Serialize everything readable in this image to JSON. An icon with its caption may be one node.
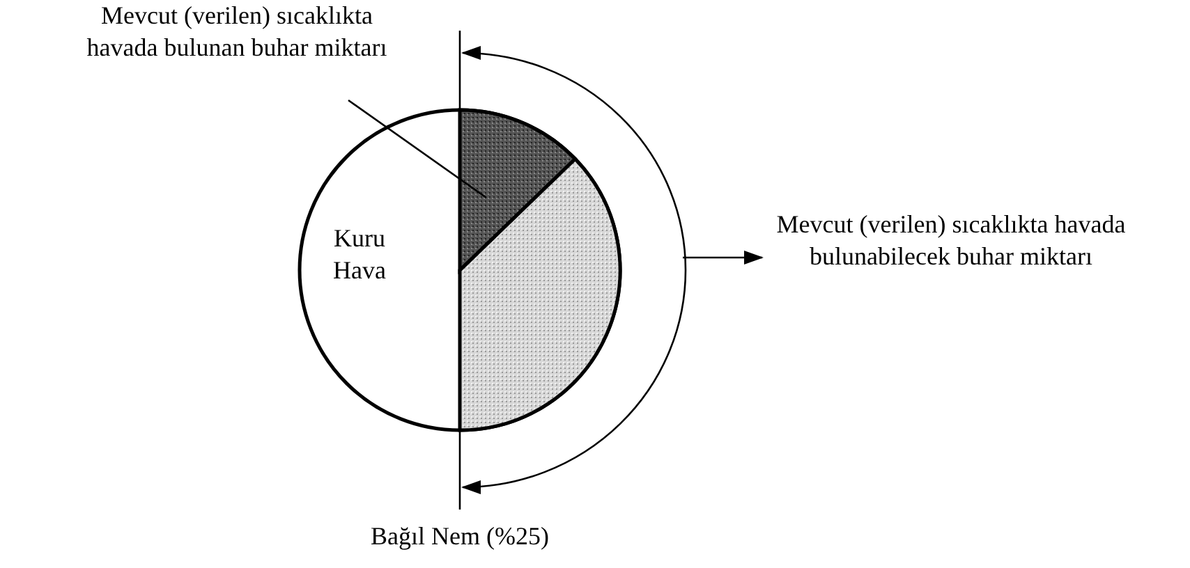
{
  "diagram": {
    "nodes": [
      {
        "text": [
          "Mevcut (verilen) sıcaklıkta havada bulunan buhar miktarı"
        ]
      },
      {
        "text": [],
        "shape": "wedge"
      },
      {
        "text": [
          "Mevcut (verilen) sıcaklıkta havada bulunabilecek buhar miktarı"
        ]
      }
    ],
    "edges": [
      {
        "from": 0,
        "to": 1,
        "arrow": "none"
      },
      {
        "from": null,
        "to": 2,
        "arrow": "to"
      }
    ],
    "labels": [
      "Kuru Hava",
      "Bağıl Nem (%25)"
    ]
  }
}
